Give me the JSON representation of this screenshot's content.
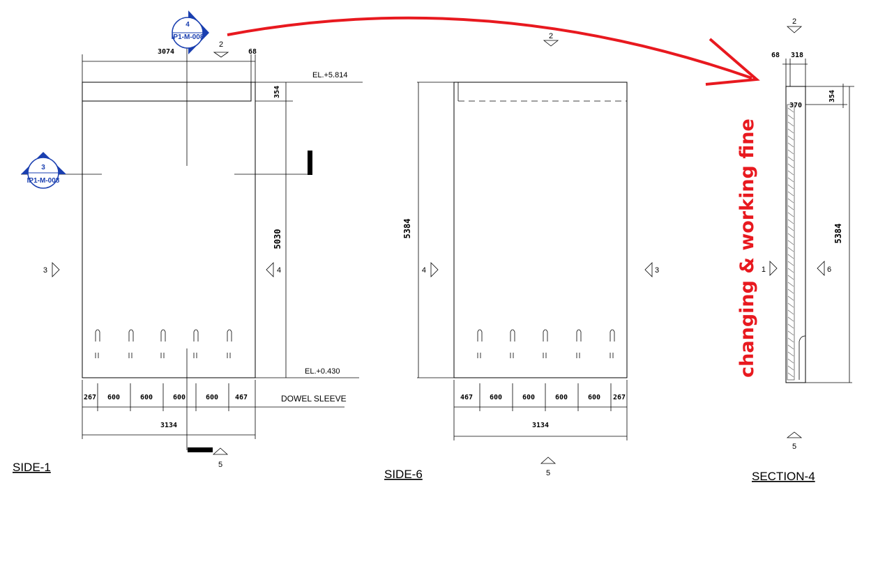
{
  "views": {
    "side1": {
      "title": "SIDE-1",
      "dim_top_left": "3074",
      "dim_top_right": "68",
      "dim_354": "354",
      "dim_height": "5030",
      "el_top": "EL.+5.814",
      "el_bottom": "EL.+0.430",
      "bottom_dims": [
        "267",
        "600",
        "600",
        "600",
        "600",
        "467"
      ],
      "dim_total": "3134",
      "note_dowel": "DOWEL SLEEVE",
      "marker_top": "2",
      "marker_left": "3",
      "marker_right": "4",
      "marker_bottom": "5"
    },
    "side6": {
      "title": "SIDE-6",
      "dim_height": "5384",
      "bottom_dims": [
        "467",
        "600",
        "600",
        "600",
        "600",
        "267"
      ],
      "dim_total": "3134",
      "marker_top": "2",
      "marker_left": "4",
      "marker_right": "3",
      "marker_bottom": "5"
    },
    "section4": {
      "title": "SECTION-4",
      "dim_a": "68",
      "dim_b": "318",
      "dim_354": "354",
      "dim_370": "370",
      "dim_height": "5384",
      "marker_top": "2",
      "marker_left": "1",
      "marker_right": "6",
      "marker_bottom": "5"
    }
  },
  "section_tags": [
    {
      "number": "4",
      "sheet": "IP1-M-008"
    },
    {
      "number": "3",
      "sheet": "IP1-M-008"
    }
  ],
  "annotation": {
    "text": "changing & working fine",
    "color": "#e8191f"
  },
  "colors": {
    "tag_blue": "#1a3fb0",
    "annotation_red": "#e8191f"
  }
}
